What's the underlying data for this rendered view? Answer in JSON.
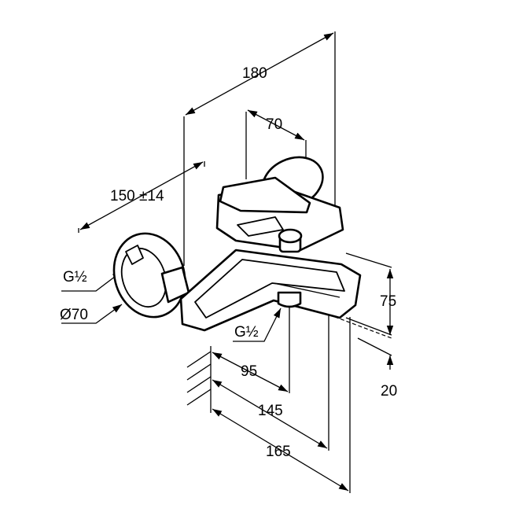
{
  "dimensions": {
    "width_total": "180",
    "handle_offset": "70",
    "centers": "150 ±14",
    "inlet_thread": "G½",
    "escutcheon_diameter": "Ø70",
    "outlet_thread": "G½",
    "spout_height": "75",
    "spout_bottom": "20",
    "wall_to_outlet": "95",
    "wall_to_spout_front": "145",
    "wall_to_front": "165"
  },
  "colors": {
    "line": "#000000",
    "background": "#ffffff"
  }
}
